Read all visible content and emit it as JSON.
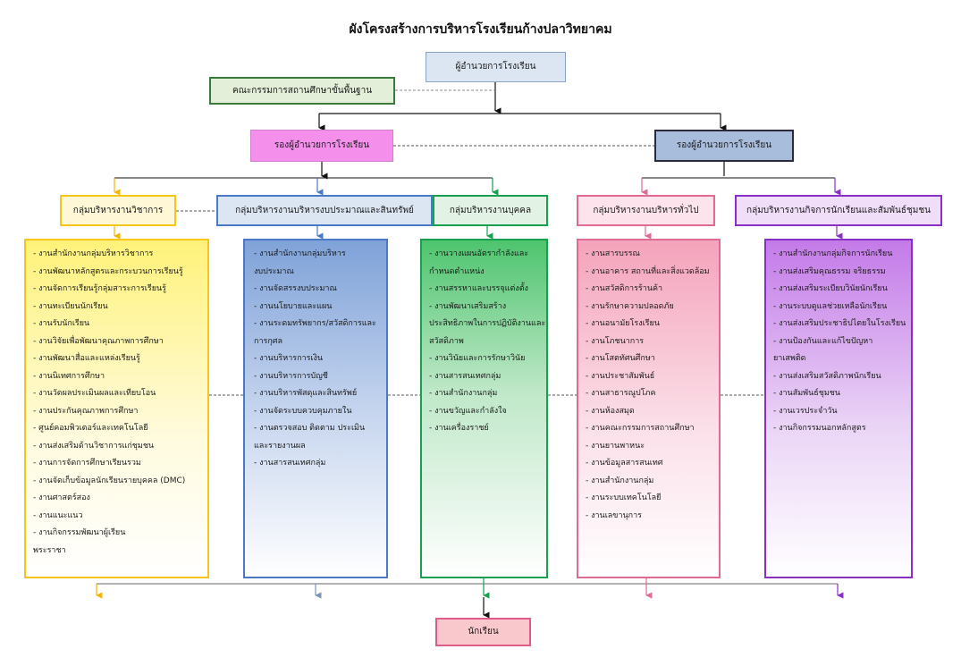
{
  "title": "ผังโครงสร้างการบริหารโรงเรียนก้างปลาวิทยาคม",
  "director": "ผู้อำนวยการโรงเรียน",
  "board": "คณะกรรมการสถานศึกษาขั้นพื้นฐาน",
  "deputy_left": "รองผู้อำนวยการโรงเรียน",
  "deputy_right": "รองผู้อำนวยการโรงเรียน",
  "students": "นักเรียน",
  "colors": {
    "academic": "#f5c518",
    "budget": "#4a79c8",
    "personnel": "#18a050",
    "general": "#e06a93",
    "student_affairs": "#8a2fc6"
  },
  "groups": [
    {
      "key": "academic",
      "header": "กลุ่มบริหารงานวิชาการ",
      "items": [
        "- งานสำนักงานกลุ่มบริหารวิชาการ",
        "- งานพัฒนาหลักสูตรและกระบวนการเรียนรู้",
        "- งานจัดการเรียนรู้กลุ่มสาระการเรียนรู้",
        "- งานทะเบียนนักเรียน",
        "- งานรับนักเรียน",
        "- งานวิจัยเพื่อพัฒนาคุณภาพการศึกษา",
        "- งานพัฒนาสื่อและแหล่งเรียนรู้",
        "- งานนิเทศการศึกษา",
        "- งานวัดผลประเมินผลและเทียบโอน",
        "- งานประกันคุณภาพการศึกษา",
        "- ศูนย์คอมพิวเตอร์และเทคโนโลยี",
        "- งานส่งเสริมด้านวิชาการแก่ชุมชน",
        "- งานการจัดการศึกษาเรียนรวม",
        "- งานจัดเก็บข้อมูลนักเรียนรายบุคคล (DMC)",
        "- งานศาสตร์สอง",
        "- งานแนะแนว",
        "- งานกิจกรรมพัฒนาผู้เรียน",
        "พระราชา"
      ]
    },
    {
      "key": "budget",
      "header": "กลุ่มบริหารงานบริหารงบประมาณและสินทรัพย์",
      "items": [
        "- งานสำนักงานกลุ่มบริหาร",
        "งบประมาณ",
        "- งานจัดสรรงบประมาณ",
        "- งานนโยบายและแผน",
        "- งานระดมทรัพยากร/สวัสดิการและ",
        "การกุศล",
        "- งานบริหารการเงิน",
        "- งานบริหารการบัญชี",
        "- งานบริหารพัสดุและสินทรัพย์",
        "- งานจัดระบบควบคุมภายใน",
        "- งานตรวจสอบ ติดตาม ประเมิน",
        "และรายงานผล",
        "- งานสารสนเทศกลุ่ม"
      ]
    },
    {
      "key": "personnel",
      "header": "กลุ่มบริหารงานบุคคล",
      "items": [
        "- งานวางแผนอัตรากำลังและ",
        "กำหนดตำแหน่ง",
        "- งานสรรหาและบรรจุแต่งตั้ง",
        "- งานพัฒนาเสริมสร้าง",
        "ประสิทธิภาพในการปฏิบัติงานและ",
        "สวัสดิภาพ",
        "- งานวินัยและการรักษาวินัย",
        "- งานสารสนเทศกลุ่ม",
        "- งานสำนักงานกลุ่ม",
        "- งานขวัญและกำลังใจ",
        "- งานเครื่องราชย์"
      ]
    },
    {
      "key": "general",
      "header": "กลุ่มบริหารงานบริหารทั่วไป",
      "items": [
        "- งานสารบรรณ",
        "- งานอาคาร สถานที่และสิ่งแวดล้อม",
        "- งานสวัสดิการร้านค้า",
        "- งานรักษาความปลอดภัย",
        "- งานอนามัยโรงเรียน",
        "- งานโภชนาการ",
        "- งานโสตทัศนศึกษา",
        "- งานประชาสัมพันธ์",
        "- งานสาธารณูปโภค",
        "- งานห้องสมุด",
        "- งานคณะกรรมการสถานศึกษา",
        "- งานยานพาหนะ",
        "- งานข้อมูลสารสนเทศ",
        "- งานสำนักงานกลุ่ม",
        "- งานระบบเทคโนโลยี",
        "- งานเลขานุการ"
      ]
    },
    {
      "key": "student_affairs",
      "header": "กลุ่มบริหารงานกิจการนักเรียนและสัมพันธ์ชุมชน",
      "items": [
        "- งานสำนักงานกลุ่มกิจการนักเรียน",
        "- งานส่งเสริมคุณธรรม จริยธรรม",
        "- งานส่งเสริมระเบียบวินัยนักเรียน",
        "- งานระบบดูแลช่วยเหลือนักเรียน",
        "- งานส่งเสริมประชาธิปไตยในโรงเรียน",
        "- งานป้องกันและแก้ไขปัญหา",
        "ยาเสพติด",
        "- งานส่งเสริมสวัสดิภาพนักเรียน",
        "- งานสัมพันธ์ชุมชน",
        "- งานเวรประจำวัน",
        "- งานกิจกรรมนอกหลักสูตร"
      ]
    }
  ]
}
